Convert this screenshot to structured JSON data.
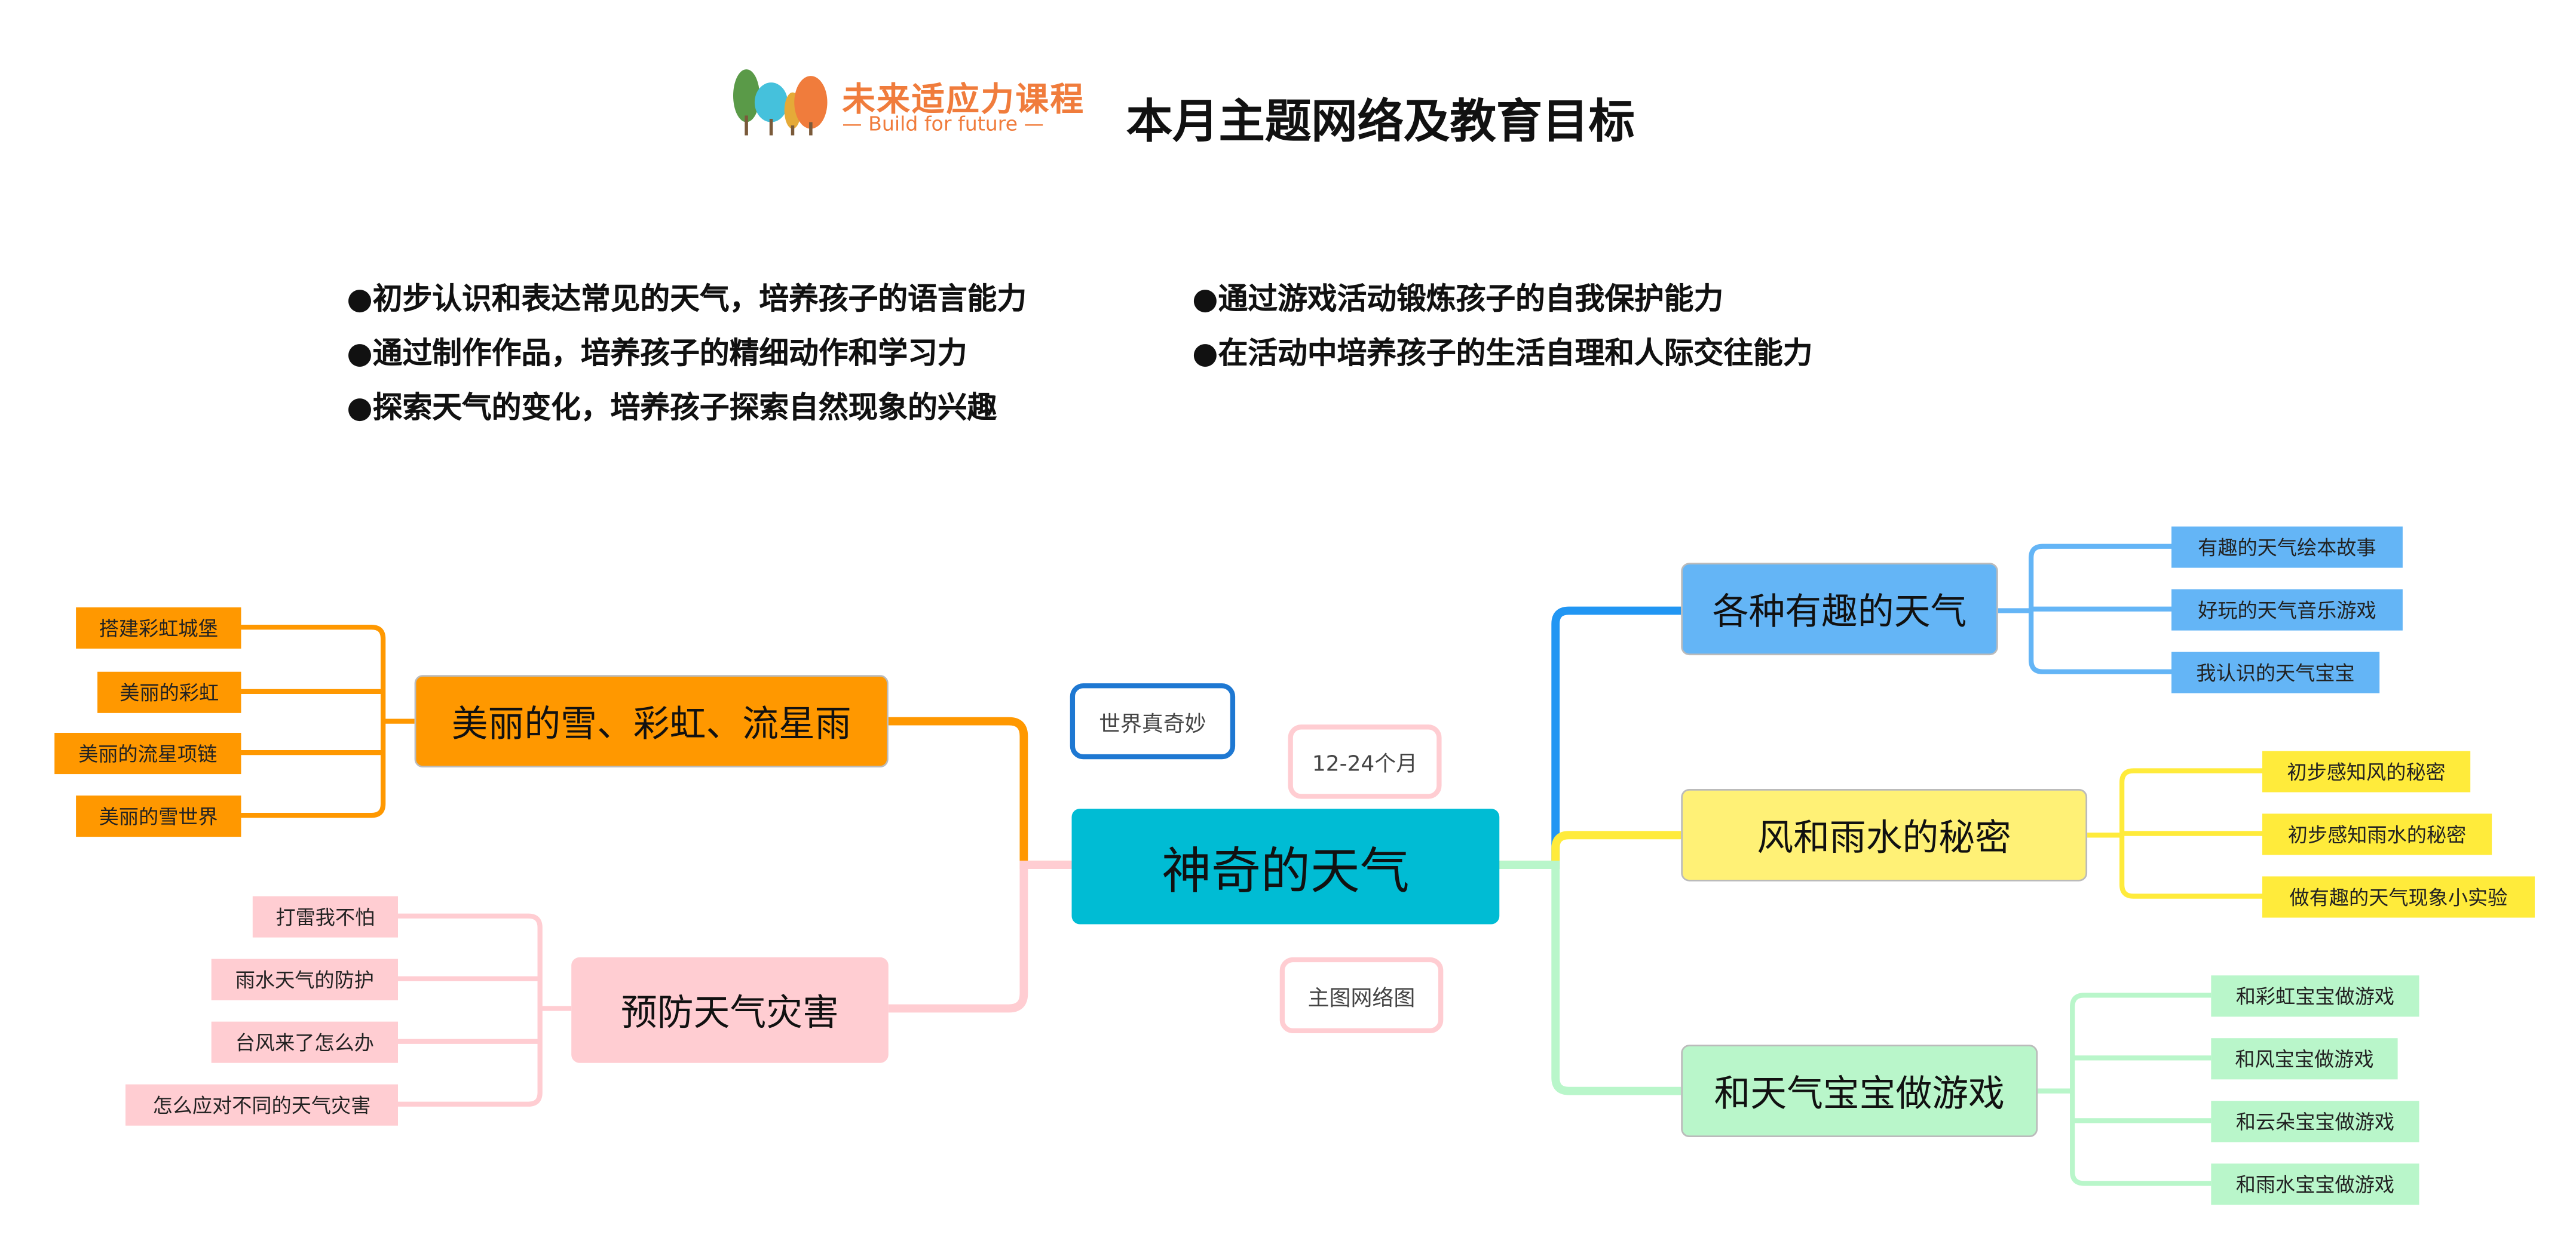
{
  "header": {
    "logo_cn": "未来适应力课程",
    "logo_en": "— Build for future —",
    "title": "本月主题网络及教育目标"
  },
  "goals": {
    "left": [
      "●初步认识和表达常见的天气，培养孩子的语言能力",
      "●通过制作作品，培养孩子的精细动作和学习力",
      "●探索天气的变化，培养孩子探索自然现象的兴趣"
    ],
    "right": [
      "●通过游戏活动锻炼孩子的自我保护能力",
      "●在活动中培养孩子的生活自理和人际交往能力"
    ]
  },
  "center": {
    "label": "神奇的天气",
    "tags": [
      "世界真奇妙",
      "12-24个月",
      "主图网络图"
    ]
  },
  "branches": [
    {
      "label": "美丽的雪、彩虹、流星雨",
      "color": "#FF9800",
      "leaves": [
        "搭建彩虹城堡",
        "美丽的彩虹",
        "美丽的流星项链",
        "美丽的雪世界"
      ]
    },
    {
      "label": "预防天气灾害",
      "color": "#FFCDD2",
      "leaves": [
        "打雷我不怕",
        "雨水天气的防护",
        "台风来了怎么办",
        "怎么应对不同的天气灾害"
      ]
    },
    {
      "label": "各种有趣的天气",
      "color": "#64B5F6",
      "leaves": [
        "有趣的天气绘本故事",
        "好玩的天气音乐游戏",
        "我认识的天气宝宝"
      ]
    },
    {
      "label": "风和雨水的秘密",
      "color": "#FFF176",
      "leaves": [
        "初步感知风的秘密",
        "初步感知雨水的秘密",
        "做有趣的天气现象小实验"
      ]
    },
    {
      "label": "和天气宝宝做游戏",
      "color": "#B9F6CA",
      "leaves": [
        "和彩虹宝宝做游戏",
        "和风宝宝做游戏",
        "和云朵宝宝做游戏",
        "和雨水宝宝做游戏"
      ]
    }
  ]
}
